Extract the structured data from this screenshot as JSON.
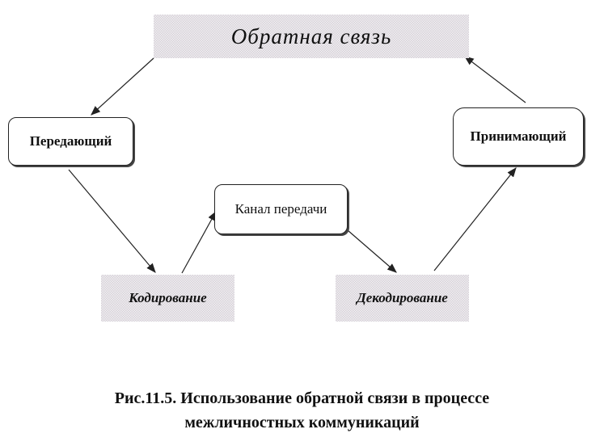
{
  "nodes": {
    "feedback": "Обратная связь",
    "sender": "Передающий",
    "receiver": "Принимающий",
    "channel": "Канал передачи",
    "encoding": "Кодирование",
    "decoding": "Декодирование"
  },
  "caption": {
    "line1": "Рис.11.5. Использование обратной связи в процессе",
    "line2": "межличностных коммуникаций"
  }
}
